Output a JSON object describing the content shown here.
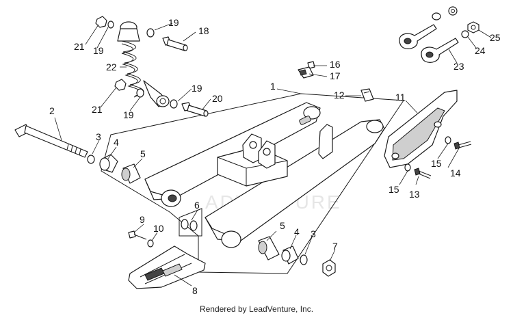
{
  "callouts": {
    "c1": "1",
    "c2": "2",
    "c3a": "3",
    "c3b": "3",
    "c4a": "4",
    "c4b": "4",
    "c5a": "5",
    "c5b": "5",
    "c6": "6",
    "c7": "7",
    "c8": "8",
    "c9": "9",
    "c10": "10",
    "c11": "11",
    "c12": "12",
    "c13": "13",
    "c14": "14",
    "c15a": "15",
    "c15b": "15",
    "c16": "16",
    "c17": "17",
    "c18": "18",
    "c19a": "19",
    "c19b": "19",
    "c19c": "19",
    "c19d": "19",
    "c20": "20",
    "c21a": "21",
    "c21b": "21",
    "c22": "22",
    "c23": "23",
    "c24": "24",
    "c25": "25"
  },
  "watermark": "ADVENTURE",
  "footer": {
    "credit": "Rendered by LeadVenture, Inc."
  }
}
